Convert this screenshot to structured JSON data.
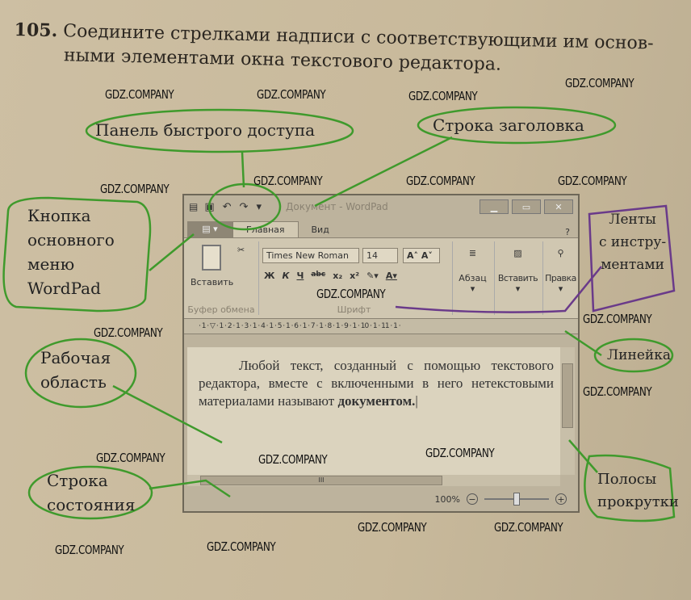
{
  "task": {
    "number": "105.",
    "line1": "Соедините стрелками надписи с соответствующими им основ-",
    "line2": "ными элементами окна текстового редактора."
  },
  "watermark": "GDZ.COMPANY",
  "labels": {
    "qat": "Панель быстрого доступа",
    "title_bar": "Строка заголовка",
    "main_menu": [
      "Кнопка",
      "основного",
      "меню",
      "WordPad"
    ],
    "ribbons": [
      "Ленты",
      "с инстру-",
      "ментами"
    ],
    "workspace": [
      "Рабочая",
      "область"
    ],
    "ruler": "Линейка",
    "status": [
      "Строка",
      "состояния"
    ],
    "scrollbars": [
      "Полосы",
      "прокрутки"
    ]
  },
  "wordpad": {
    "title": "Документ - WordPad",
    "tabs": [
      "Главная",
      "Вид"
    ],
    "clipboard": {
      "paste": "Вставить",
      "group": "Буфер обмена"
    },
    "font": {
      "name": "Times New Roman",
      "size": "14",
      "group": "Шрифт",
      "buttons": [
        "Ж",
        "К",
        "Ч",
        "abc",
        "x₂",
        "x²"
      ]
    },
    "groups": [
      "Абзац",
      "Вставить",
      "Правка"
    ],
    "ruler": "· 1 · ▽ · 1 · 2 · 1 · 3 · 1 · 4 · 1 · 5 · 1 · 6 · 1 · 7 · 1 · 8 · 1 · 9 · 1 · 10 · 1 · 11 · 1 ·",
    "doc_text": "Любой текст, созданный с помощью текстового редактора, вместе с включенными в него нетекстовыми материалами называют ",
    "doc_bold": "документом.",
    "hscroll_grip": "III",
    "zoom": "100%"
  },
  "colors": {
    "ink_green": "#3f9a2c",
    "ink_purple": "#6a3a8a",
    "paper": "#c9bc9f"
  }
}
